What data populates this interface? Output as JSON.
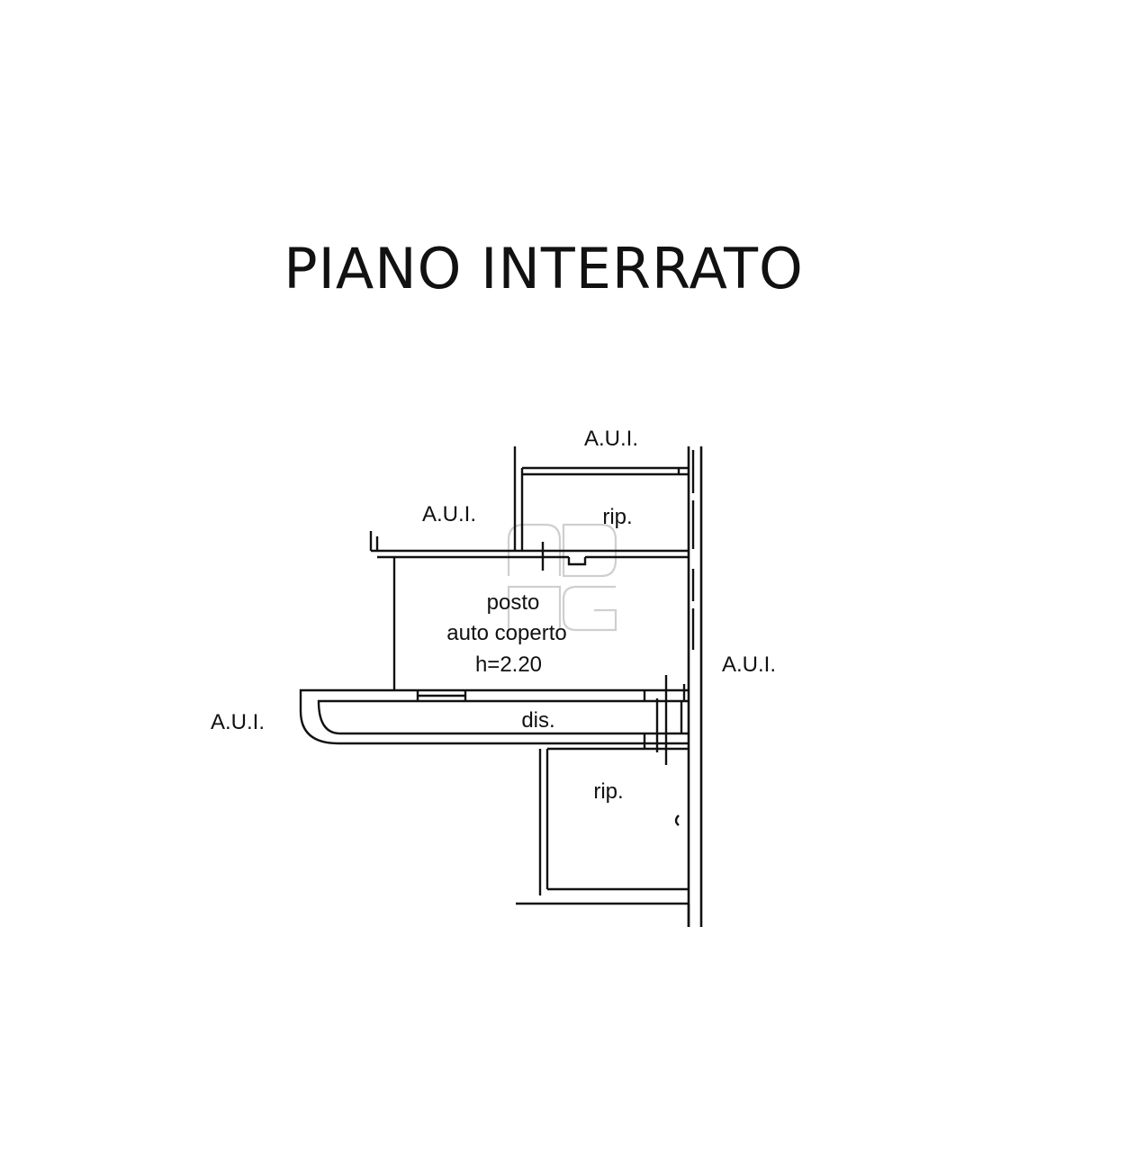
{
  "title": "PIANO INTERRATO",
  "labels": {
    "aui_top": "A.U.I.",
    "aui_upper_left": "A.U.I.",
    "aui_right": "A.U.I.",
    "aui_left": "A.U.I.",
    "rip_upper": "rip.",
    "rip_lower": "rip.",
    "posto_line1": "posto",
    "posto_line2": "auto coperto",
    "posto_line3": "h=2.20",
    "corridor": "dis."
  }
}
